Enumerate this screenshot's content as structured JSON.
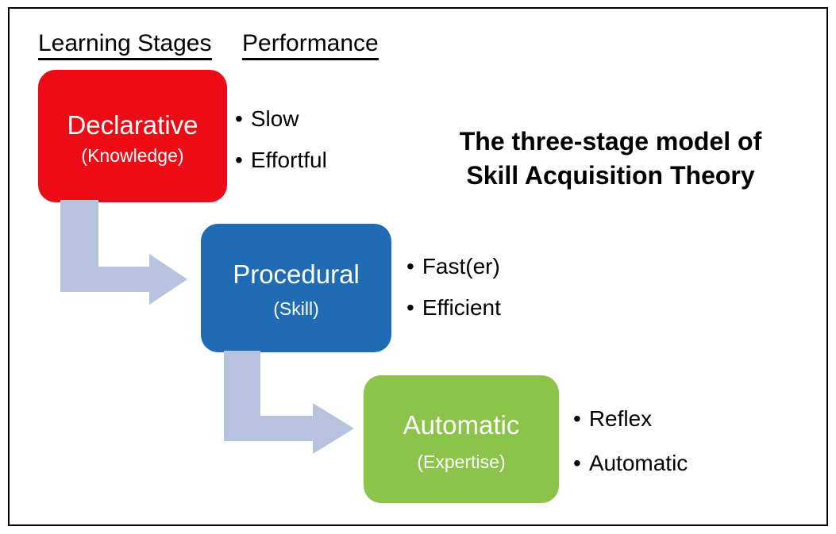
{
  "headings": {
    "stages": "Learning Stages",
    "performance": "Performance"
  },
  "title": {
    "line1": "The three-stage model of",
    "line2": "Skill Acquisition Theory"
  },
  "stages": [
    {
      "id": "declarative",
      "title": "Declarative",
      "subtitle": "(Knowledge)",
      "color": "#ED0B16",
      "text_color": "#FFFFFF",
      "performance": [
        "Slow",
        "Effortful"
      ]
    },
    {
      "id": "procedural",
      "title": "Procedural",
      "subtitle": "(Skill)",
      "color": "#1F6CB4",
      "text_color": "#FFFFFF",
      "performance": [
        "Fast(er)",
        "Efficient"
      ]
    },
    {
      "id": "automatic",
      "title": "Automatic",
      "subtitle": "(Expertise)",
      "color": "#8CC34A",
      "text_color": "#FFFFFF",
      "performance": [
        "Reflex",
        "Automatic"
      ]
    }
  ],
  "arrows": [
    {
      "id": "declarative-to-procedural",
      "name": "elbow-arrow-icon",
      "color": "#B7C2DF"
    },
    {
      "id": "procedural-to-automatic",
      "name": "elbow-arrow-icon",
      "color": "#B7C2DF"
    }
  ],
  "bullet_glyph": "•",
  "frame_color": "#000000",
  "background_color": "#FFFFFF"
}
